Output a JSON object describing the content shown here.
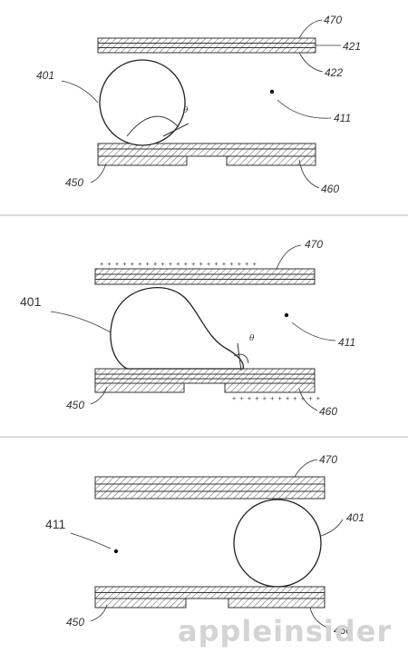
{
  "panel1": {
    "labels": {
      "l470": "470",
      "l421": "421",
      "l422": "422",
      "l401": "401",
      "l411": "411",
      "l450": "450",
      "l460": "460"
    },
    "theta": "θ"
  },
  "panel2": {
    "labels": {
      "l470": "470",
      "l401": "401",
      "l411": "411",
      "l450": "450",
      "l460": "460"
    },
    "theta": "θ",
    "top_charge": "+ + + + + + + + + + + + + + + + + + + + +",
    "bottom_charge": "+ + + + + + + + + + + +"
  },
  "panel3": {
    "labels": {
      "l470": "470",
      "l401": "401",
      "l411": "411",
      "l450": "450",
      "l460": "460"
    }
  },
  "watermark": "appleinsider"
}
